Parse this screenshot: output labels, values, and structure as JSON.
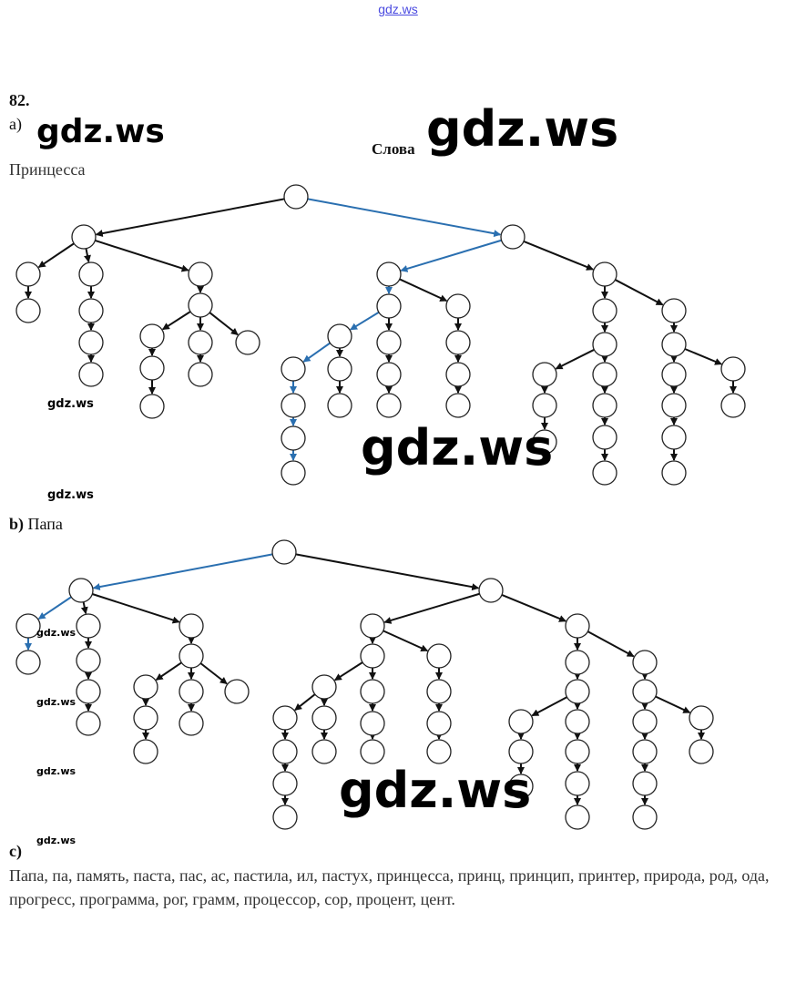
{
  "site_label": "gdz.ws",
  "task_number": "82.",
  "part_a": {
    "label": "а)",
    "title": "Слова",
    "word": "Принцесса"
  },
  "part_b": {
    "label": "b)",
    "word": "Папа"
  },
  "part_c": {
    "label": "с)",
    "text": "Папа, па, память, паста, пас, ас, пастила, ил, пастух, принцесса, принц, принцип, принтер, природа, род, ода, прогресс, программа, рог, грамм, процессор, сор, процент, цент."
  },
  "watermarks": [
    "gdz.ws",
    "gdz.ws",
    "gdz.ws",
    "gdz.ws",
    "gdz.ws",
    "gdz.ws",
    "gdz.ws",
    "gdz.ws",
    "gdz.ws",
    "gdz.ws"
  ],
  "colors": {
    "highlight_path": "#2a6fb0",
    "edge": "#111111"
  }
}
